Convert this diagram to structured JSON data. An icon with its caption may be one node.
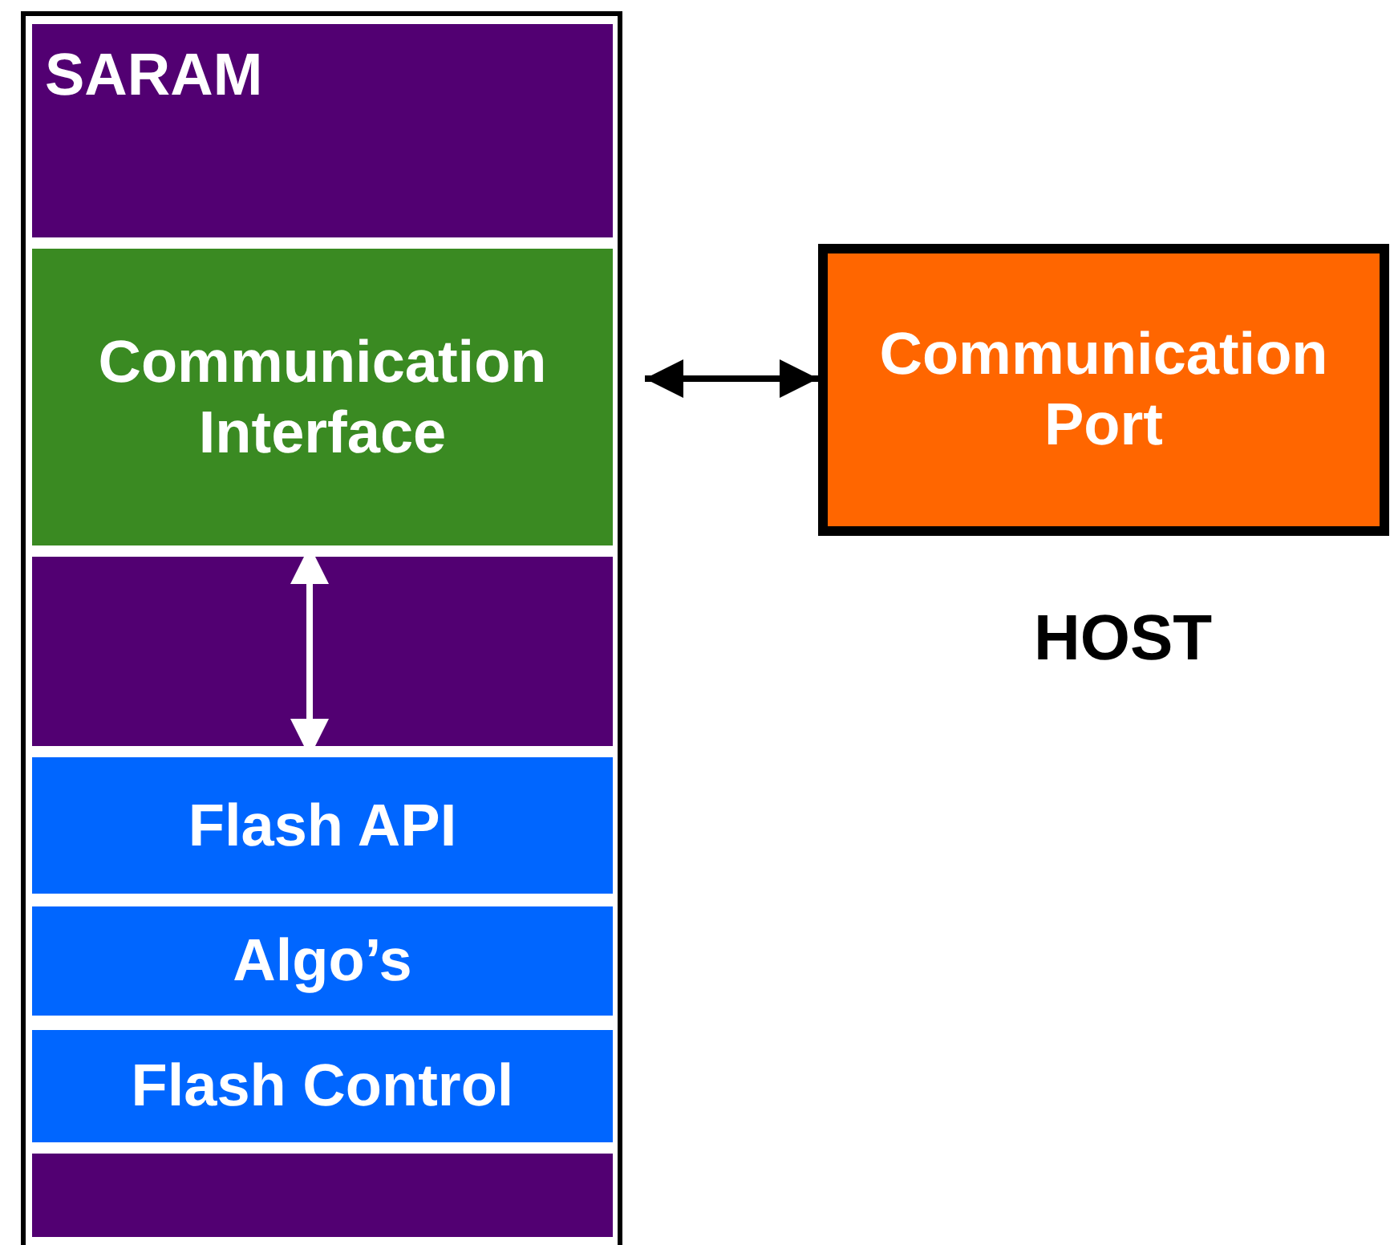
{
  "diagram": {
    "nodes": [
      {
        "text": [
          "SARAM"
        ]
      },
      {
        "text": [
          "Communication Interface"
        ],
        "in": 0
      },
      {
        "text": [
          "Flash API"
        ],
        "in": 0
      },
      {
        "text": [
          "Algo’s"
        ],
        "in": 0
      },
      {
        "text": [
          "Flash Control"
        ],
        "in": 0
      },
      {
        "text": [
          "Communication Port"
        ]
      }
    ],
    "edges": [
      {
        "from": 1,
        "to": 5,
        "arrow": "both"
      },
      {
        "from": 1,
        "to": 2,
        "arrow": "both",
        "color": "#ffffff"
      }
    ],
    "labels": [
      "HOST"
    ]
  }
}
